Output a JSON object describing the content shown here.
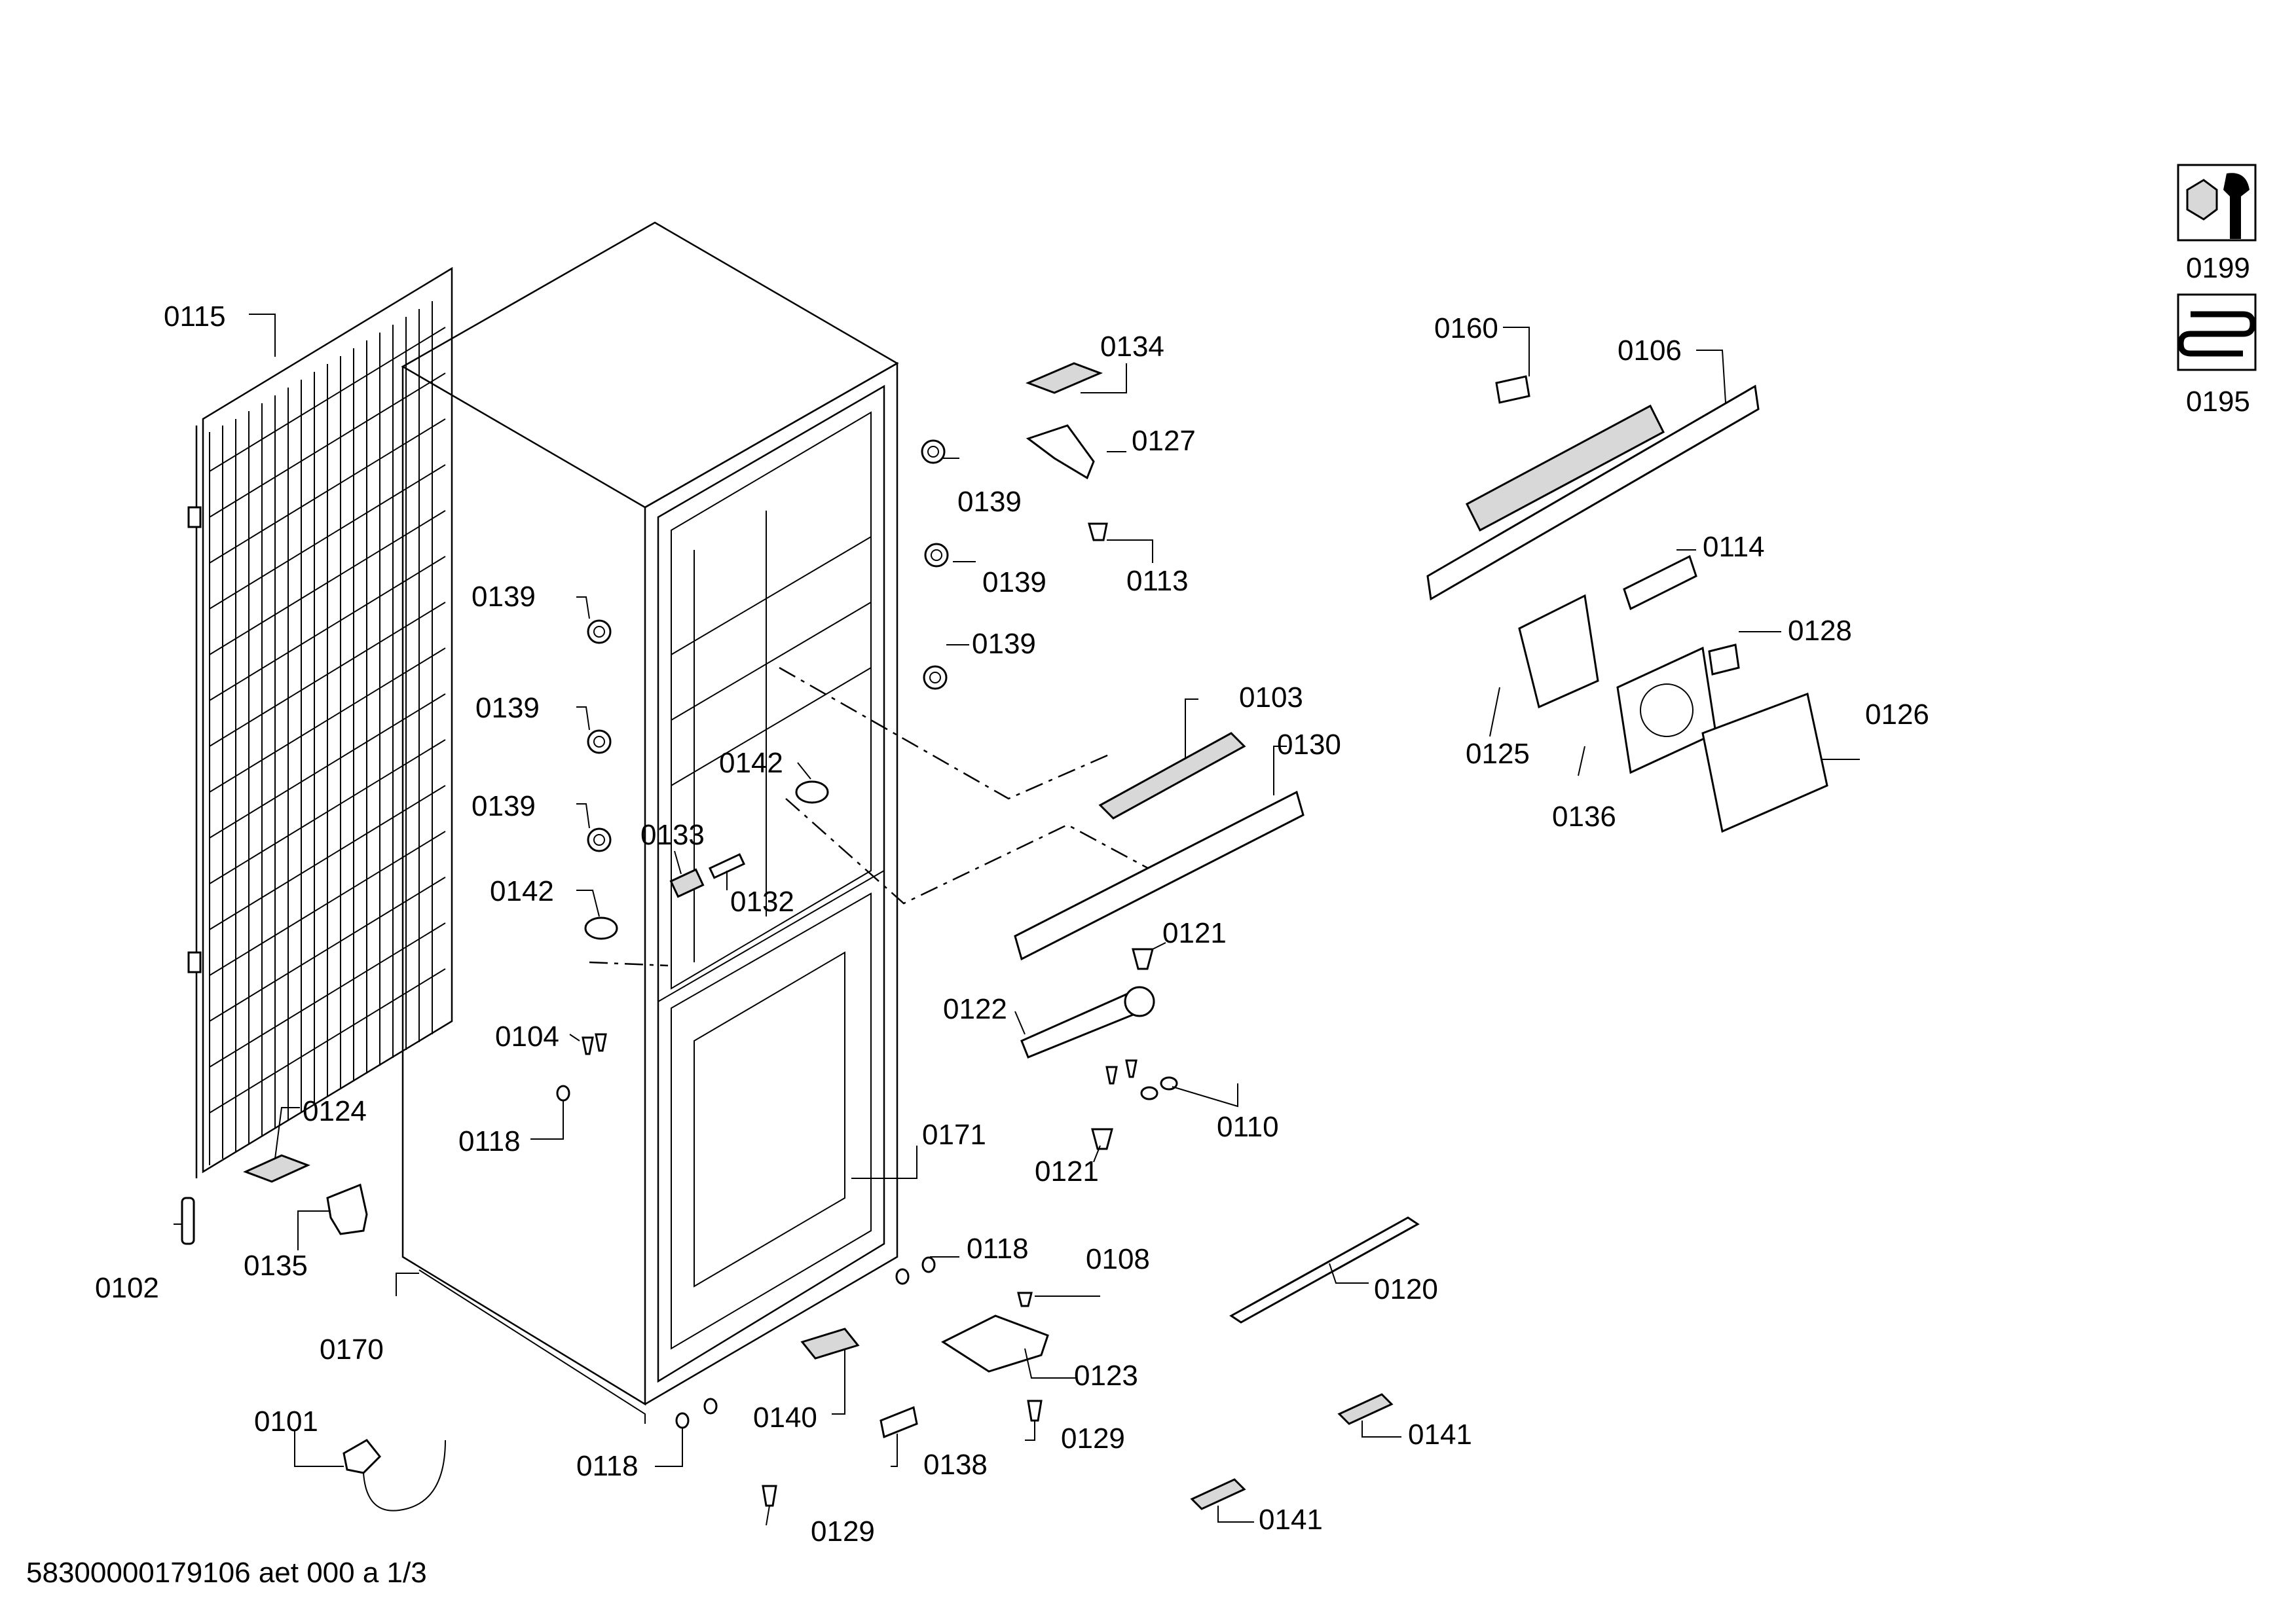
{
  "labels": {
    "p0115": "0115",
    "p0134": "0134",
    "p0127": "0127",
    "p0139a": "0139",
    "p0113": "0113",
    "p0139b": "0139",
    "p0139c": "0139",
    "p0139d": "0139",
    "p0139e": "0139",
    "p0139f": "0139",
    "p0103": "0103",
    "p0130": "0130",
    "p0142a": "0142",
    "p0133": "0133",
    "p0132": "0132",
    "p0142b": "0142",
    "p0121a": "0121",
    "p0122": "0122",
    "p0104": "0104",
    "p0110": "0110",
    "p0118a": "0118",
    "p0124": "0124",
    "p0121b": "0121",
    "p0171": "0171",
    "p0102": "0102",
    "p0135": "0135",
    "p0170": "0170",
    "p0118b": "0118",
    "p0108": "0108",
    "p0120": "0120",
    "p0123": "0123",
    "p0101": "0101",
    "p0140": "0140",
    "p0129a": "0129",
    "p0141a": "0141",
    "p0118c": "0118",
    "p0138": "0138",
    "p0129b": "0129",
    "p0141b": "0141",
    "p0160": "0160",
    "p0106": "0106",
    "p0114": "0114",
    "p0128": "0128",
    "p0125": "0125",
    "p0126": "0126",
    "p0136": "0136",
    "p0199": "0199",
    "p0195": "0195"
  },
  "icons": {
    "p0199": "wrench-nut-icon",
    "p0195": "coil-icon"
  },
  "footer": "58300000179106 aet 000 a 1/3"
}
